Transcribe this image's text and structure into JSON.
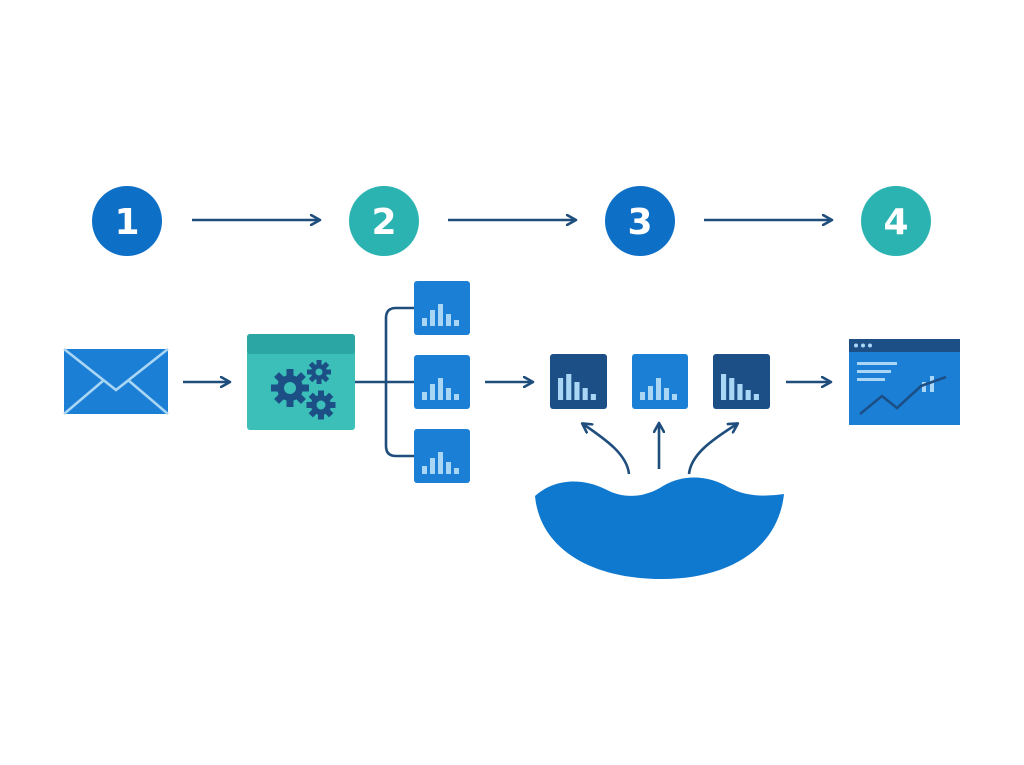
{
  "steps": [
    {
      "number": "1",
      "color": "#0E6FC6"
    },
    {
      "number": "2",
      "color": "#2BB3B1"
    },
    {
      "number": "3",
      "color": "#0E6FC6"
    },
    {
      "number": "4",
      "color": "#2BB3B1"
    }
  ],
  "colors": {
    "primary_blue": "#1C7FD6",
    "dark_navy": "#1B4F86",
    "teal": "#2BB3B1",
    "teal_light": "#3CBFB9",
    "arrow": "#1F4E7D",
    "light_blue": "#A9D6F5",
    "lake": "#0F78CF"
  },
  "icons": {
    "source": "envelope-icon",
    "processing": "gears-icon",
    "stage_cards": "bar-chart-icon",
    "lake": "data-lake-icon",
    "output": "dashboard-window-icon"
  }
}
